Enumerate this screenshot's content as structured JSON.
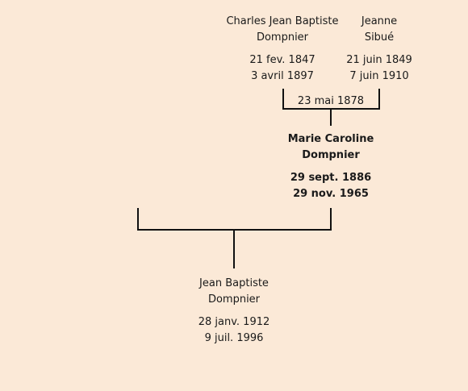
{
  "father": {
    "name_line1": "Charles Jean Baptiste",
    "name_line2": "Dompnier",
    "birth": "21 fev. 1847",
    "death": "3 avril 1897"
  },
  "mother": {
    "name_line1": "Jeanne",
    "name_line2": "Sibué",
    "birth": "21 juin 1849",
    "death": "7 juin 1910"
  },
  "marriage_date": "23 mai 1878",
  "focus_person": {
    "name_line1": "Marie Caroline",
    "name_line2": "Dompnier",
    "birth": "29 sept. 1886",
    "death": "29 nov. 1965"
  },
  "child": {
    "name_line1": "Jean Baptiste",
    "name_line2": "Dompnier",
    "birth": "28 janv. 1912",
    "death": "9 juil. 1996"
  }
}
